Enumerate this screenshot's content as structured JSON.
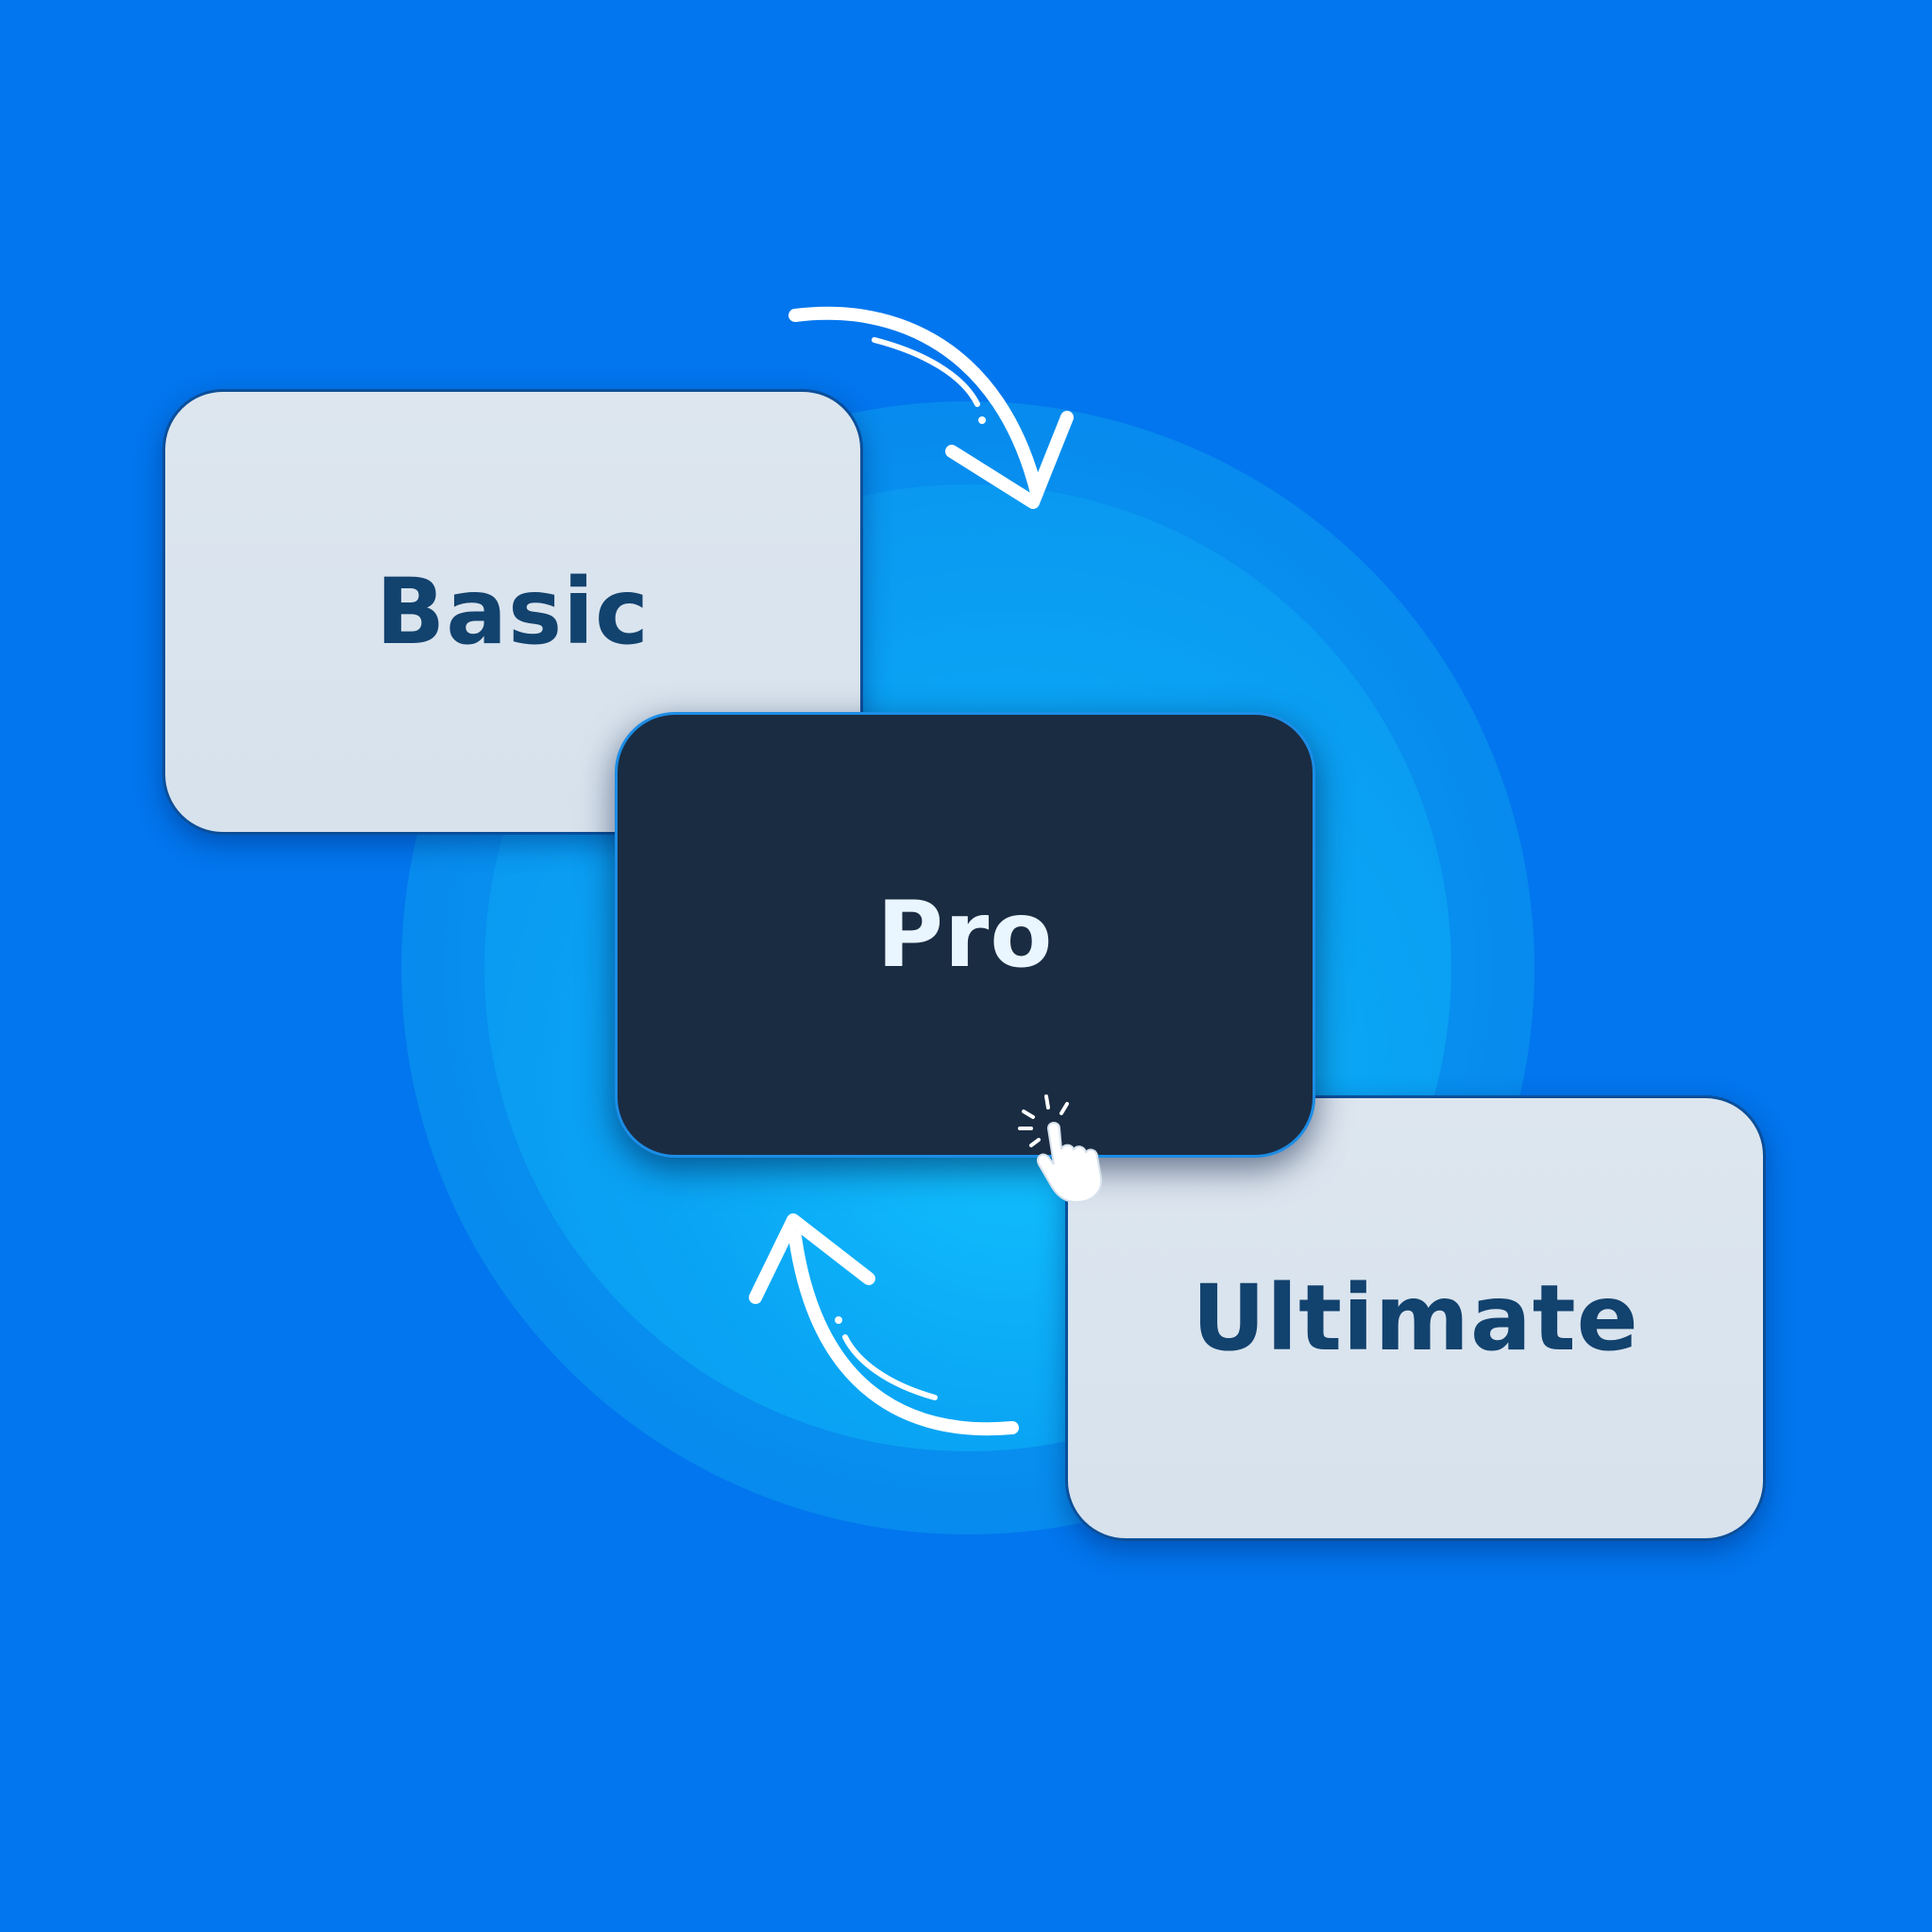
{
  "plans": [
    {
      "label": "Basic",
      "selected": false
    },
    {
      "label": "Pro",
      "selected": true
    },
    {
      "label": "Ultimate",
      "selected": false
    }
  ],
  "icons": {
    "top_arrow": "curved-arrow-right-icon",
    "bottom_arrow": "curved-arrow-up-icon",
    "cursor": "pointer-hand-click-icon"
  },
  "colors": {
    "background": "#0276ee",
    "glow": "#12c4ff",
    "card_light": "#dde6ef",
    "card_dark": "#1a2c42",
    "text_dark": "#12426e",
    "text_light": "#eaf6ff"
  }
}
